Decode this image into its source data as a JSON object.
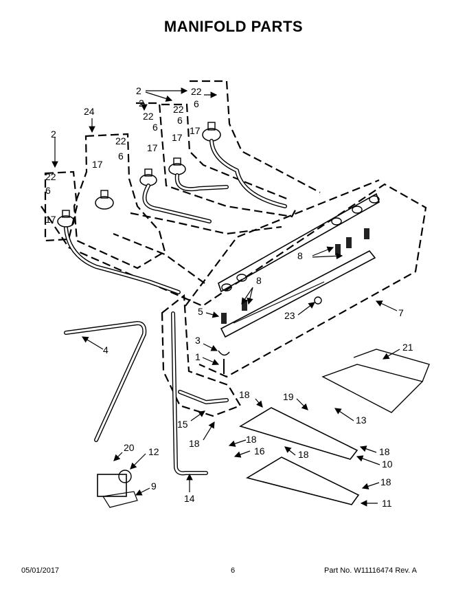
{
  "title": "MANIFOLD PARTS",
  "footer": {
    "date": "05/01/2017",
    "page": "6",
    "part": "Part No.  W11116474  Rev.  A"
  },
  "callouts": {
    "c2a": "2",
    "c2b": "2",
    "c2c": "2",
    "c22a": "22",
    "c22b": "22",
    "c22c": "22",
    "c22d": "22",
    "c22e": "22",
    "c24": "24",
    "c6a": "6",
    "c6b": "6",
    "c6c": "6",
    "c6d": "6",
    "c6e": "6",
    "c17a": "17",
    "c17b": "17",
    "c17c": "17",
    "c17d": "17",
    "c17e": "17",
    "c8a": "8",
    "c8b": "8",
    "c5": "5",
    "c23": "23",
    "c7": "7",
    "c3": "3",
    "c1": "1",
    "c4": "4",
    "c21": "21",
    "c18a": "18",
    "c18b": "18",
    "c18c": "18",
    "c18d": "18",
    "c18e": "18",
    "c18f": "18",
    "c19": "19",
    "c13": "13",
    "c15": "15",
    "c16": "16",
    "c10": "10",
    "c20": "20",
    "c12": "12",
    "c9": "9",
    "c14": "14",
    "c11": "11"
  }
}
